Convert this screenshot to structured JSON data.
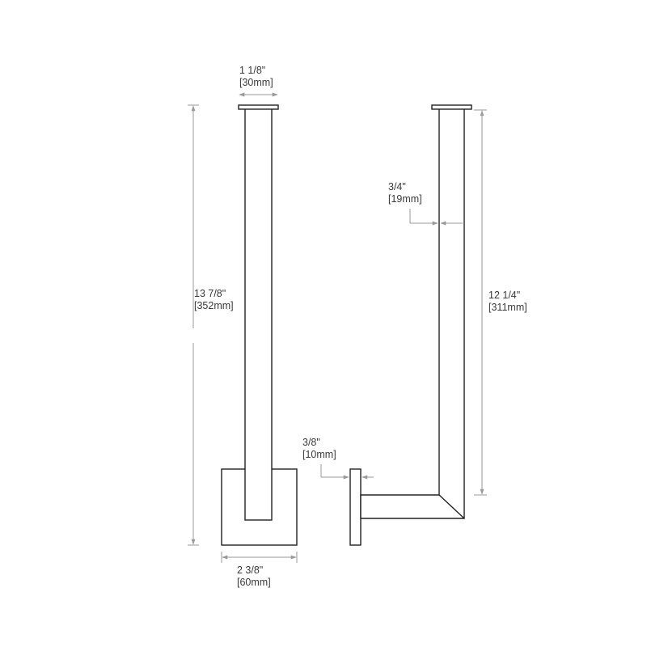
{
  "dimensions": {
    "front_top_width": {
      "imperial": "1 1/8\"",
      "metric": "[30mm]"
    },
    "front_height": {
      "imperial": "13 7/8\"",
      "metric": "[352mm]"
    },
    "front_base_width": {
      "imperial": "2 3/8\"",
      "metric": "[60mm]"
    },
    "side_rod_width": {
      "imperial": "3/4\"",
      "metric": "[19mm]"
    },
    "side_height": {
      "imperial": "12 1/4\"",
      "metric": "[311mm]"
    },
    "side_plate_depth": {
      "imperial": "3/8\"",
      "metric": "[10mm]"
    }
  },
  "colors": {
    "outline": "#222222",
    "dimension_line": "#9a9a9a",
    "text": "#3a3a3a",
    "background": "#ffffff"
  }
}
